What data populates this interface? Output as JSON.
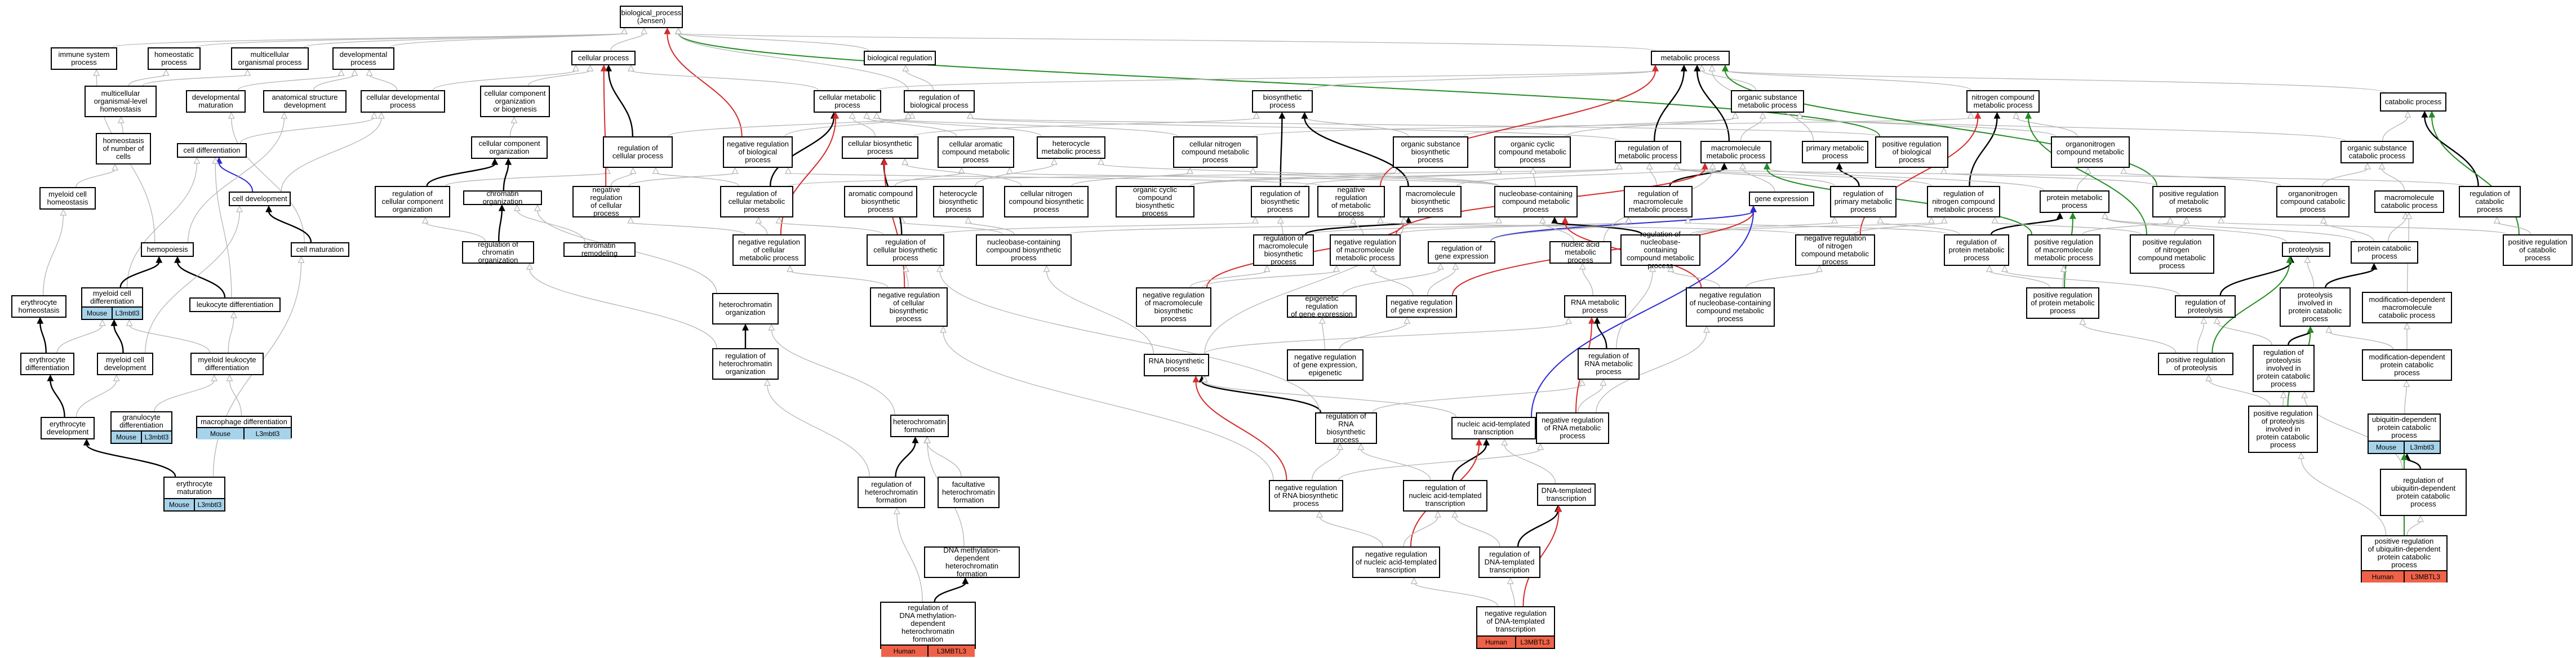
{
  "colors": {
    "is_a": "#b5b5b5",
    "part_of": "#000000",
    "negatively_regulates": "#d42b2b",
    "positively_regulates": "#238b23",
    "regulates": "#2a2ad6",
    "mouse_tag": "#a7d3ea",
    "human_tag": "#ef6249"
  },
  "nodes": [
    {
      "id": "bp",
      "label": "biological_process\n(Jensen)"
    },
    {
      "id": "immune",
      "label": "immune system\nprocess"
    },
    {
      "id": "homeostatic",
      "label": "homeostatic\nprocess"
    },
    {
      "id": "multicell",
      "label": "multicellular\norganismal process"
    },
    {
      "id": "developmental",
      "label": "developmental\nprocess"
    },
    {
      "id": "cellular",
      "label": "cellular process"
    },
    {
      "id": "bioreg",
      "label": "biological regulation"
    },
    {
      "id": "metabolic",
      "label": "metabolic process"
    },
    {
      "id": "mcorg_homeo",
      "label": "multicellular\norganismal-level\nhomeostasis"
    },
    {
      "id": "dev_mat",
      "label": "developmental\nmaturation"
    },
    {
      "id": "anat_dev",
      "label": "anatomical structure\ndevelopment"
    },
    {
      "id": "cell_dev_proc",
      "label": "cellular developmental\nprocess"
    },
    {
      "id": "ccorg",
      "label": "cellular component\norganization\nor biogenesis"
    },
    {
      "id": "neg_bioproc",
      "label": "negative regulation\nof biological\nprocess"
    },
    {
      "id": "cell_metab",
      "label": "cellular metabolic\nprocess"
    },
    {
      "id": "reg_bioproc",
      "label": "regulation of\nbiological process"
    },
    {
      "id": "biosynthetic",
      "label": "biosynthetic\nprocess"
    },
    {
      "id": "org_subst",
      "label": "organic substance\nmetabolic process"
    },
    {
      "id": "nitro_comp",
      "label": "nitrogen compound\nmetabolic process"
    },
    {
      "id": "catabolic",
      "label": "catabolic process"
    },
    {
      "id": "homeo_num",
      "label": "homeostasis\nof number of\ncells"
    },
    {
      "id": "cell_diff",
      "label": "cell differentiation"
    },
    {
      "id": "cc_org",
      "label": "cellular component\norganization"
    },
    {
      "id": "reg_cell_proc",
      "label": "regulation of\ncellular process"
    },
    {
      "id": "cell_biosyn",
      "label": "cellular biosynthetic\nprocess"
    },
    {
      "id": "cell_arom",
      "label": "cellular aromatic\ncompound metabolic\nprocess"
    },
    {
      "id": "heterocycle",
      "label": "heterocycle\nmetabolic process"
    },
    {
      "id": "cell_nitro",
      "label": "cellular nitrogen\ncompound metabolic\nprocess"
    },
    {
      "id": "org_subst_bio",
      "label": "organic substance\nbiosynthetic\nprocess"
    },
    {
      "id": "org_cyclic",
      "label": "organic cyclic\ncompound metabolic\nprocess"
    },
    {
      "id": "reg_metab",
      "label": "regulation of\nmetabolic process"
    },
    {
      "id": "macromol_metab",
      "label": "macromolecule\nmetabolic process"
    },
    {
      "id": "primary_metab",
      "label": "primary metabolic\nprocess"
    },
    {
      "id": "pos_bioproc",
      "label": "positive regulation\nof biological\nprocess"
    },
    {
      "id": "organonitro",
      "label": "organonitrogen\ncompound metabolic\nprocess"
    },
    {
      "id": "org_subst_cat",
      "label": "organic substance\ncatabolic process"
    },
    {
      "id": "myeloid_homeo",
      "label": "myeloid cell\nhomeostasis"
    },
    {
      "id": "cell_development",
      "label": "cell development"
    },
    {
      "id": "reg_cc_org",
      "label": "regulation of\ncellular component\norganization"
    },
    {
      "id": "chromatin_org",
      "label": "chromatin organization"
    },
    {
      "id": "neg_cell_proc",
      "label": "negative regulation\nof cellular\nprocess"
    },
    {
      "id": "reg_cell_metab",
      "label": "regulation of\ncellular metabolic\nprocess"
    },
    {
      "id": "arom_biosyn",
      "label": "aromatic compound\nbiosynthetic\nprocess"
    },
    {
      "id": "hetero_biosyn",
      "label": "heterocycle\nbiosynthetic\nprocess"
    },
    {
      "id": "cell_nitro_biosyn",
      "label": "cellular nitrogen\ncompound biosynthetic\nprocess"
    },
    {
      "id": "org_cyclic_biosyn",
      "label": "organic cyclic\ncompound biosynthetic\nprocess"
    },
    {
      "id": "reg_biosyn",
      "label": "regulation of\nbiosynthetic\nprocess"
    },
    {
      "id": "neg_metab",
      "label": "negative regulation\nof metabolic\nprocess"
    },
    {
      "id": "macromol_biosyn",
      "label": "macromolecule\nbiosynthetic\nprocess"
    },
    {
      "id": "nucleobase",
      "label": "nucleobase-containing\ncompound metabolic\nprocess"
    },
    {
      "id": "reg_macromol_metab",
      "label": "regulation of\nmacromolecule\nmetabolic process"
    },
    {
      "id": "reg_primary",
      "label": "regulation of\nprimary metabolic\nprocess"
    },
    {
      "id": "reg_nitro",
      "label": "regulation of\nnitrogen compound\nmetabolic process"
    },
    {
      "id": "protein_metab",
      "label": "protein metabolic\nprocess"
    },
    {
      "id": "pos_metab",
      "label": "positive regulation\nof metabolic\nprocess"
    },
    {
      "id": "organonitro_cat",
      "label": "organonitrogen\ncompound catabolic\nprocess"
    },
    {
      "id": "macromol_cat",
      "label": "macromolecule\ncatabolic process"
    },
    {
      "id": "reg_catabolic",
      "label": "regulation of\ncatabolic process"
    },
    {
      "id": "hemopoiesis",
      "label": "hemopoiesis"
    },
    {
      "id": "cell_maturation",
      "label": "cell maturation"
    },
    {
      "id": "reg_chromatin_org",
      "label": "regulation of\nchromatin organization"
    },
    {
      "id": "chromatin_remod",
      "label": "chromatin remodeling"
    },
    {
      "id": "neg_cell_metab",
      "label": "negative regulation\nof cellular\nmetabolic process"
    },
    {
      "id": "nucleobase_biosyn",
      "label": "nucleobase-containing\ncompound biosynthetic\nprocess"
    },
    {
      "id": "reg_cell_biosyn",
      "label": "regulation of\ncellular biosynthetic\nprocess"
    },
    {
      "id": "reg_macromol_biosyn",
      "label": "regulation of\nmacromolecule\nbiosynthetic\nprocess"
    },
    {
      "id": "neg_macromol_metab",
      "label": "negative regulation\nof macromolecule\nmetabolic process"
    },
    {
      "id": "reg_gene_expr",
      "label": "regulation of\ngene expression"
    },
    {
      "id": "gene_expr",
      "label": "gene expression"
    },
    {
      "id": "nucleic_acid_metab",
      "label": "nucleic acid\nmetabolic process"
    },
    {
      "id": "reg_nucleobase",
      "label": "regulation of\nnucleobase-containing\ncompound metabolic\nprocess"
    },
    {
      "id": "neg_nitro",
      "label": "negative regulation\nof nitrogen\ncompound metabolic\nprocess"
    },
    {
      "id": "reg_protein_metab",
      "label": "regulation of\nprotein metabolic\nprocess"
    },
    {
      "id": "pos_macromol_metab",
      "label": "positive regulation\nof macromolecule\nmetabolic process"
    },
    {
      "id": "pos_nitro",
      "label": "positive regulation\nof nitrogen\ncompound metabolic\nprocess"
    },
    {
      "id": "proteolysis",
      "label": "proteolysis"
    },
    {
      "id": "protein_cat",
      "label": "protein catabolic\nprocess"
    },
    {
      "id": "pos_catabolic",
      "label": "positive regulation\nof catabolic\nprocess"
    },
    {
      "id": "myeloid_diff",
      "label": "myeloid cell\ndifferentiation",
      "tags": [
        "Mouse",
        "L3mbtl3"
      ]
    },
    {
      "id": "leuk_diff",
      "label": "leukocyte differentiation"
    },
    {
      "id": "heterochromatin_org",
      "label": "heterochromatin\norganization"
    },
    {
      "id": "neg_cell_biosyn",
      "label": "negative regulation\nof cellular\nbiosynthetic\nprocess"
    },
    {
      "id": "neg_macromol_biosyn",
      "label": "negative regulation\nof macromolecule\nbiosynthetic\nprocess"
    },
    {
      "id": "epigenetic_reg",
      "label": "epigenetic regulation\nof gene expression"
    },
    {
      "id": "neg_gene_expr",
      "label": "negative regulation\nof gene expression"
    },
    {
      "id": "rna_metab",
      "label": "RNA metabolic\nprocess"
    },
    {
      "id": "neg_nucleobase",
      "label": "negative regulation\nof nucleobase-containing\ncompound metabolic\nprocess"
    },
    {
      "id": "pos_protein_metab",
      "label": "positive regulation\nof protein metabolic\nprocess"
    },
    {
      "id": "reg_proteolysis",
      "label": "regulation of\nproteolysis"
    },
    {
      "id": "proteolysis_cat",
      "label": "proteolysis\ninvolved in\nprotein catabolic\nprocess"
    },
    {
      "id": "modif_macromol_cat",
      "label": "modification-dependent\nmacromolecule\ncatabolic process"
    },
    {
      "id": "erythrocyte_homeo",
      "label": "erythrocyte\nhomeostasis"
    },
    {
      "id": "myeloid_dev",
      "label": "myeloid cell\ndevelopment"
    },
    {
      "id": "myeloid_leuk_diff",
      "label": "myeloid leukocyte\ndifferentiation"
    },
    {
      "id": "reg_heterochromatin_org",
      "label": "regulation of\nheterochromatin\norganization"
    },
    {
      "id": "neg_gene_expr_epi",
      "label": "negative regulation\nof gene expression,\nepigenetic"
    },
    {
      "id": "rna_biosyn",
      "label": "RNA biosynthetic\nprocess"
    },
    {
      "id": "reg_rna_metab",
      "label": "regulation of\nRNA metabolic\nprocess"
    },
    {
      "id": "reg_proteolysis_cat",
      "label": "regulation of\nproteolysis\ninvolved in\nprotein catabolic\nprocess"
    },
    {
      "id": "pos_proteolysis",
      "label": "positive regulation\nof proteolysis"
    },
    {
      "id": "modif_protein_cat",
      "label": "modification-dependent\nprotein catabolic\nprocess"
    },
    {
      "id": "erythrocyte_diff",
      "label": "erythrocyte\ndifferentiation"
    },
    {
      "id": "granulocyte_diff",
      "label": "granulocyte\ndifferentiation",
      "tags": [
        "Mouse",
        "L3mbtl3"
      ]
    },
    {
      "id": "macrophage_diff",
      "label": "macrophage differentiation",
      "tags": [
        "Mouse",
        "L3mbtl3"
      ]
    },
    {
      "id": "heterochromatin_form",
      "label": "heterochromatin\nformation"
    },
    {
      "id": "reg_rna_biosyn",
      "label": "regulation of\nRNA biosynthetic\nprocess"
    },
    {
      "id": "nat_transcription",
      "label": "nucleic acid-templated\ntranscription"
    },
    {
      "id": "neg_rna_metab",
      "label": "negative regulation\nof RNA metabolic\nprocess"
    },
    {
      "id": "pos_proteolysis_cat",
      "label": "positive regulation\nof proteolysis\ninvolved in\nprotein catabolic\nprocess"
    },
    {
      "id": "ubiq_protein_cat",
      "label": "ubiquitin-dependent\nprotein catabolic\nprocess",
      "tags": [
        "Mouse",
        "L3mbtl3"
      ]
    },
    {
      "id": "erythrocyte_dev",
      "label": "erythrocyte\ndevelopment"
    },
    {
      "id": "erythrocyte_mat",
      "label": "erythrocyte\nmaturation",
      "tags": [
        "Mouse",
        "L3mbtl3"
      ]
    },
    {
      "id": "reg_heterochromatin_form",
      "label": "regulation of\nheterochromatin\nformation"
    },
    {
      "id": "facultative_het",
      "label": "facultative\nheterochromatin\nformation"
    },
    {
      "id": "neg_rna_biosyn",
      "label": "negative regulation\nof RNA biosynthetic\nprocess"
    },
    {
      "id": "reg_nat_transcription",
      "label": "regulation of\nnucleic acid-templated\ntranscription"
    },
    {
      "id": "dna_transcription",
      "label": "DNA-templated\ntranscription"
    },
    {
      "id": "reg_ubiq_cat",
      "label": "regulation of\nubiquitin-dependent\nprotein catabolic\nprocess"
    },
    {
      "id": "dna_meth_het",
      "label": "DNA methylation-dependent\nheterochromatin\nformation"
    },
    {
      "id": "neg_nat_transcription",
      "label": "negative regulation\nof nucleic acid-templated\ntranscription"
    },
    {
      "id": "reg_dna_transcription",
      "label": "regulation of\nDNA-templated\ntranscription"
    },
    {
      "id": "pos_reg_ubiq_cat",
      "label": "positive regulation\nof ubiquitin-dependent\nprotein catabolic\nprocess",
      "tags": [
        "Human",
        "L3MBTL3"
      ]
    },
    {
      "id": "reg_dna_meth_het",
      "label": "regulation of\nDNA methylation-dependent\nheterochromatin\nformation",
      "tags": [
        "Human",
        "L3MBTL3"
      ]
    },
    {
      "id": "neg_dna_transcription",
      "label": "negative regulation\nof DNA-templated\ntranscription",
      "tags": [
        "Human",
        "L3MBTL3"
      ]
    }
  ]
}
